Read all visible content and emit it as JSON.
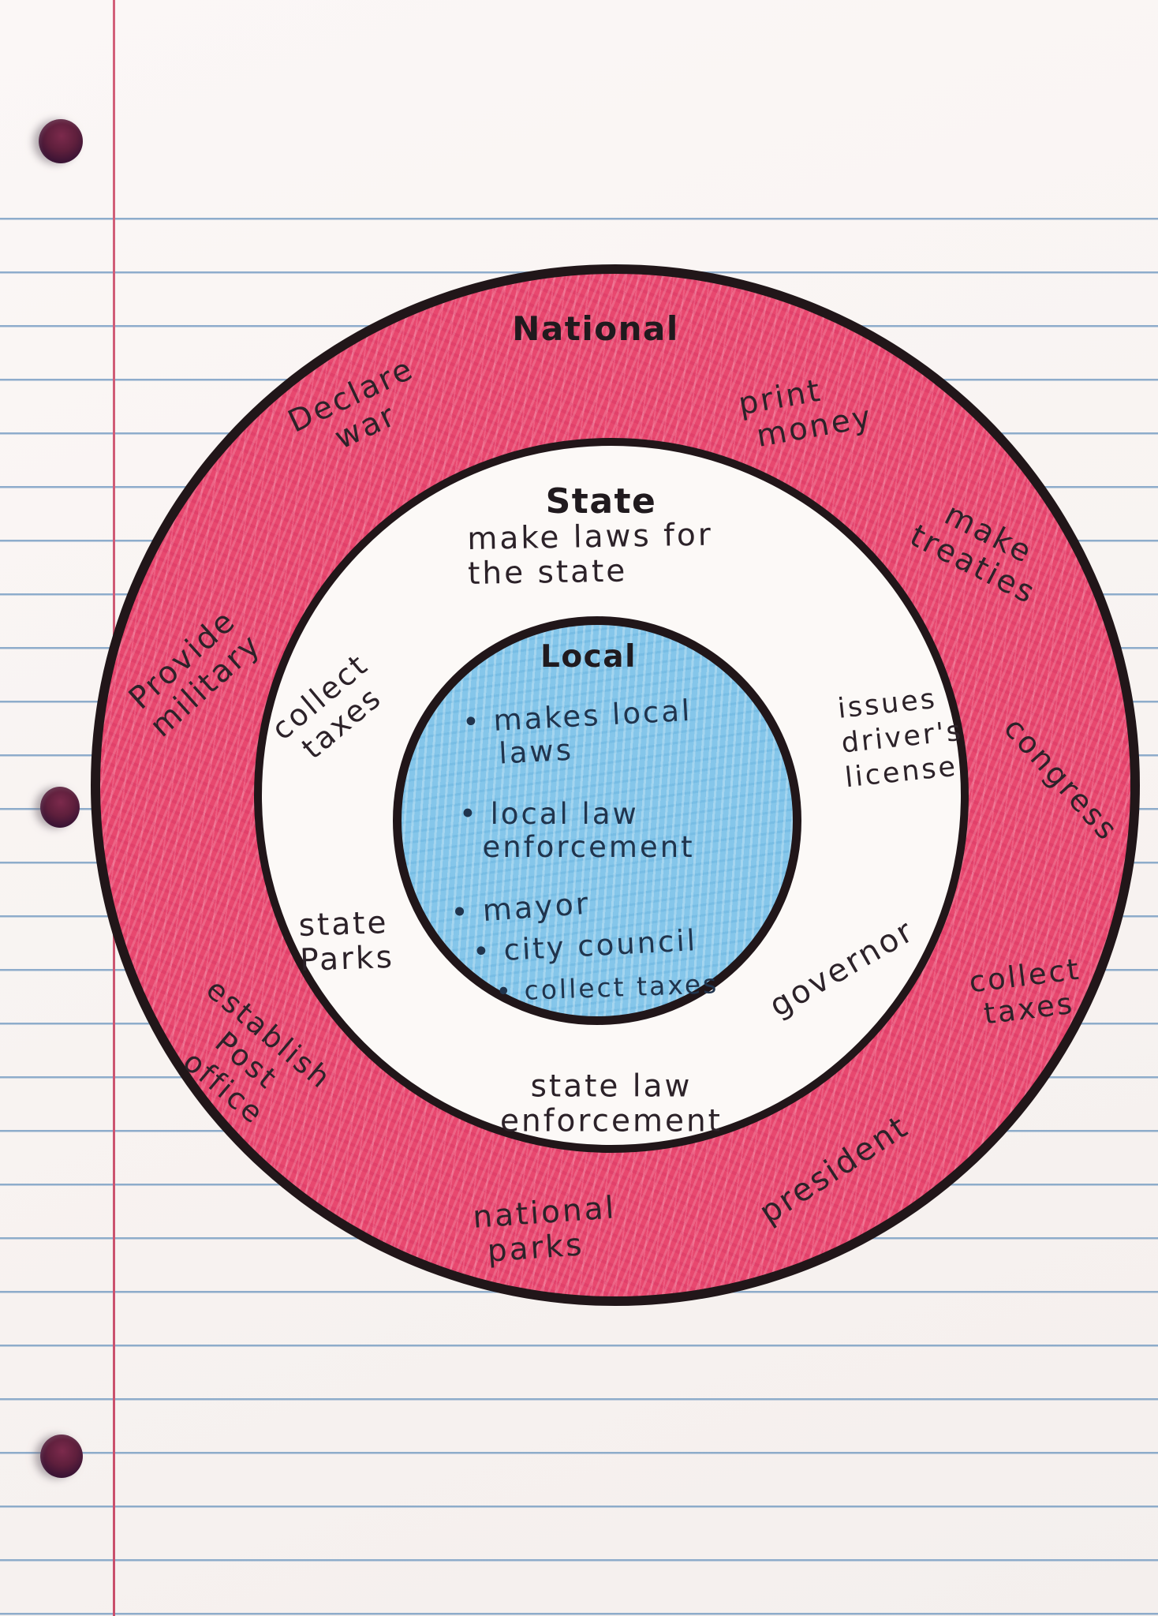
{
  "rings": {
    "national": {
      "title": "National",
      "items": {
        "declare_war": "Declare\nwar",
        "print_money": "print\n money",
        "make_treaties": "make\ntreaties",
        "congress": "congress",
        "provide_military": "Provide\nmilitary",
        "collect_taxes": "collect\ntaxes",
        "establish_post_office": "establish\nPost\noffice",
        "national_parks": "national\n parks",
        "president": "president"
      }
    },
    "state": {
      "title": "State",
      "items": {
        "make_laws": "make laws for\nthe state",
        "collect_taxes": "collect\ntaxes",
        "issues_drivers_license": "issues\ndriver's\nlicense",
        "state_parks": "state\nParks",
        "governor": "governor",
        "state_law_enforcement": "state law\nenforcement"
      }
    },
    "local": {
      "title": "Local",
      "items": {
        "makes_local_laws": "• makes local\n   laws",
        "local_law_enforcement": "• local law\n  enforcement",
        "mayor": "• mayor",
        "city_council": "• city council",
        "collect_taxes": "• collect taxes"
      }
    }
  },
  "colors": {
    "national_ring": "#e8486f",
    "state_ring": "#fcf9f7",
    "local_circle": "#85c6ea",
    "outline": "#211619",
    "paper": "#f8f4f2",
    "rule_line": "#7098c0",
    "margin_line": "#cf5d76"
  }
}
